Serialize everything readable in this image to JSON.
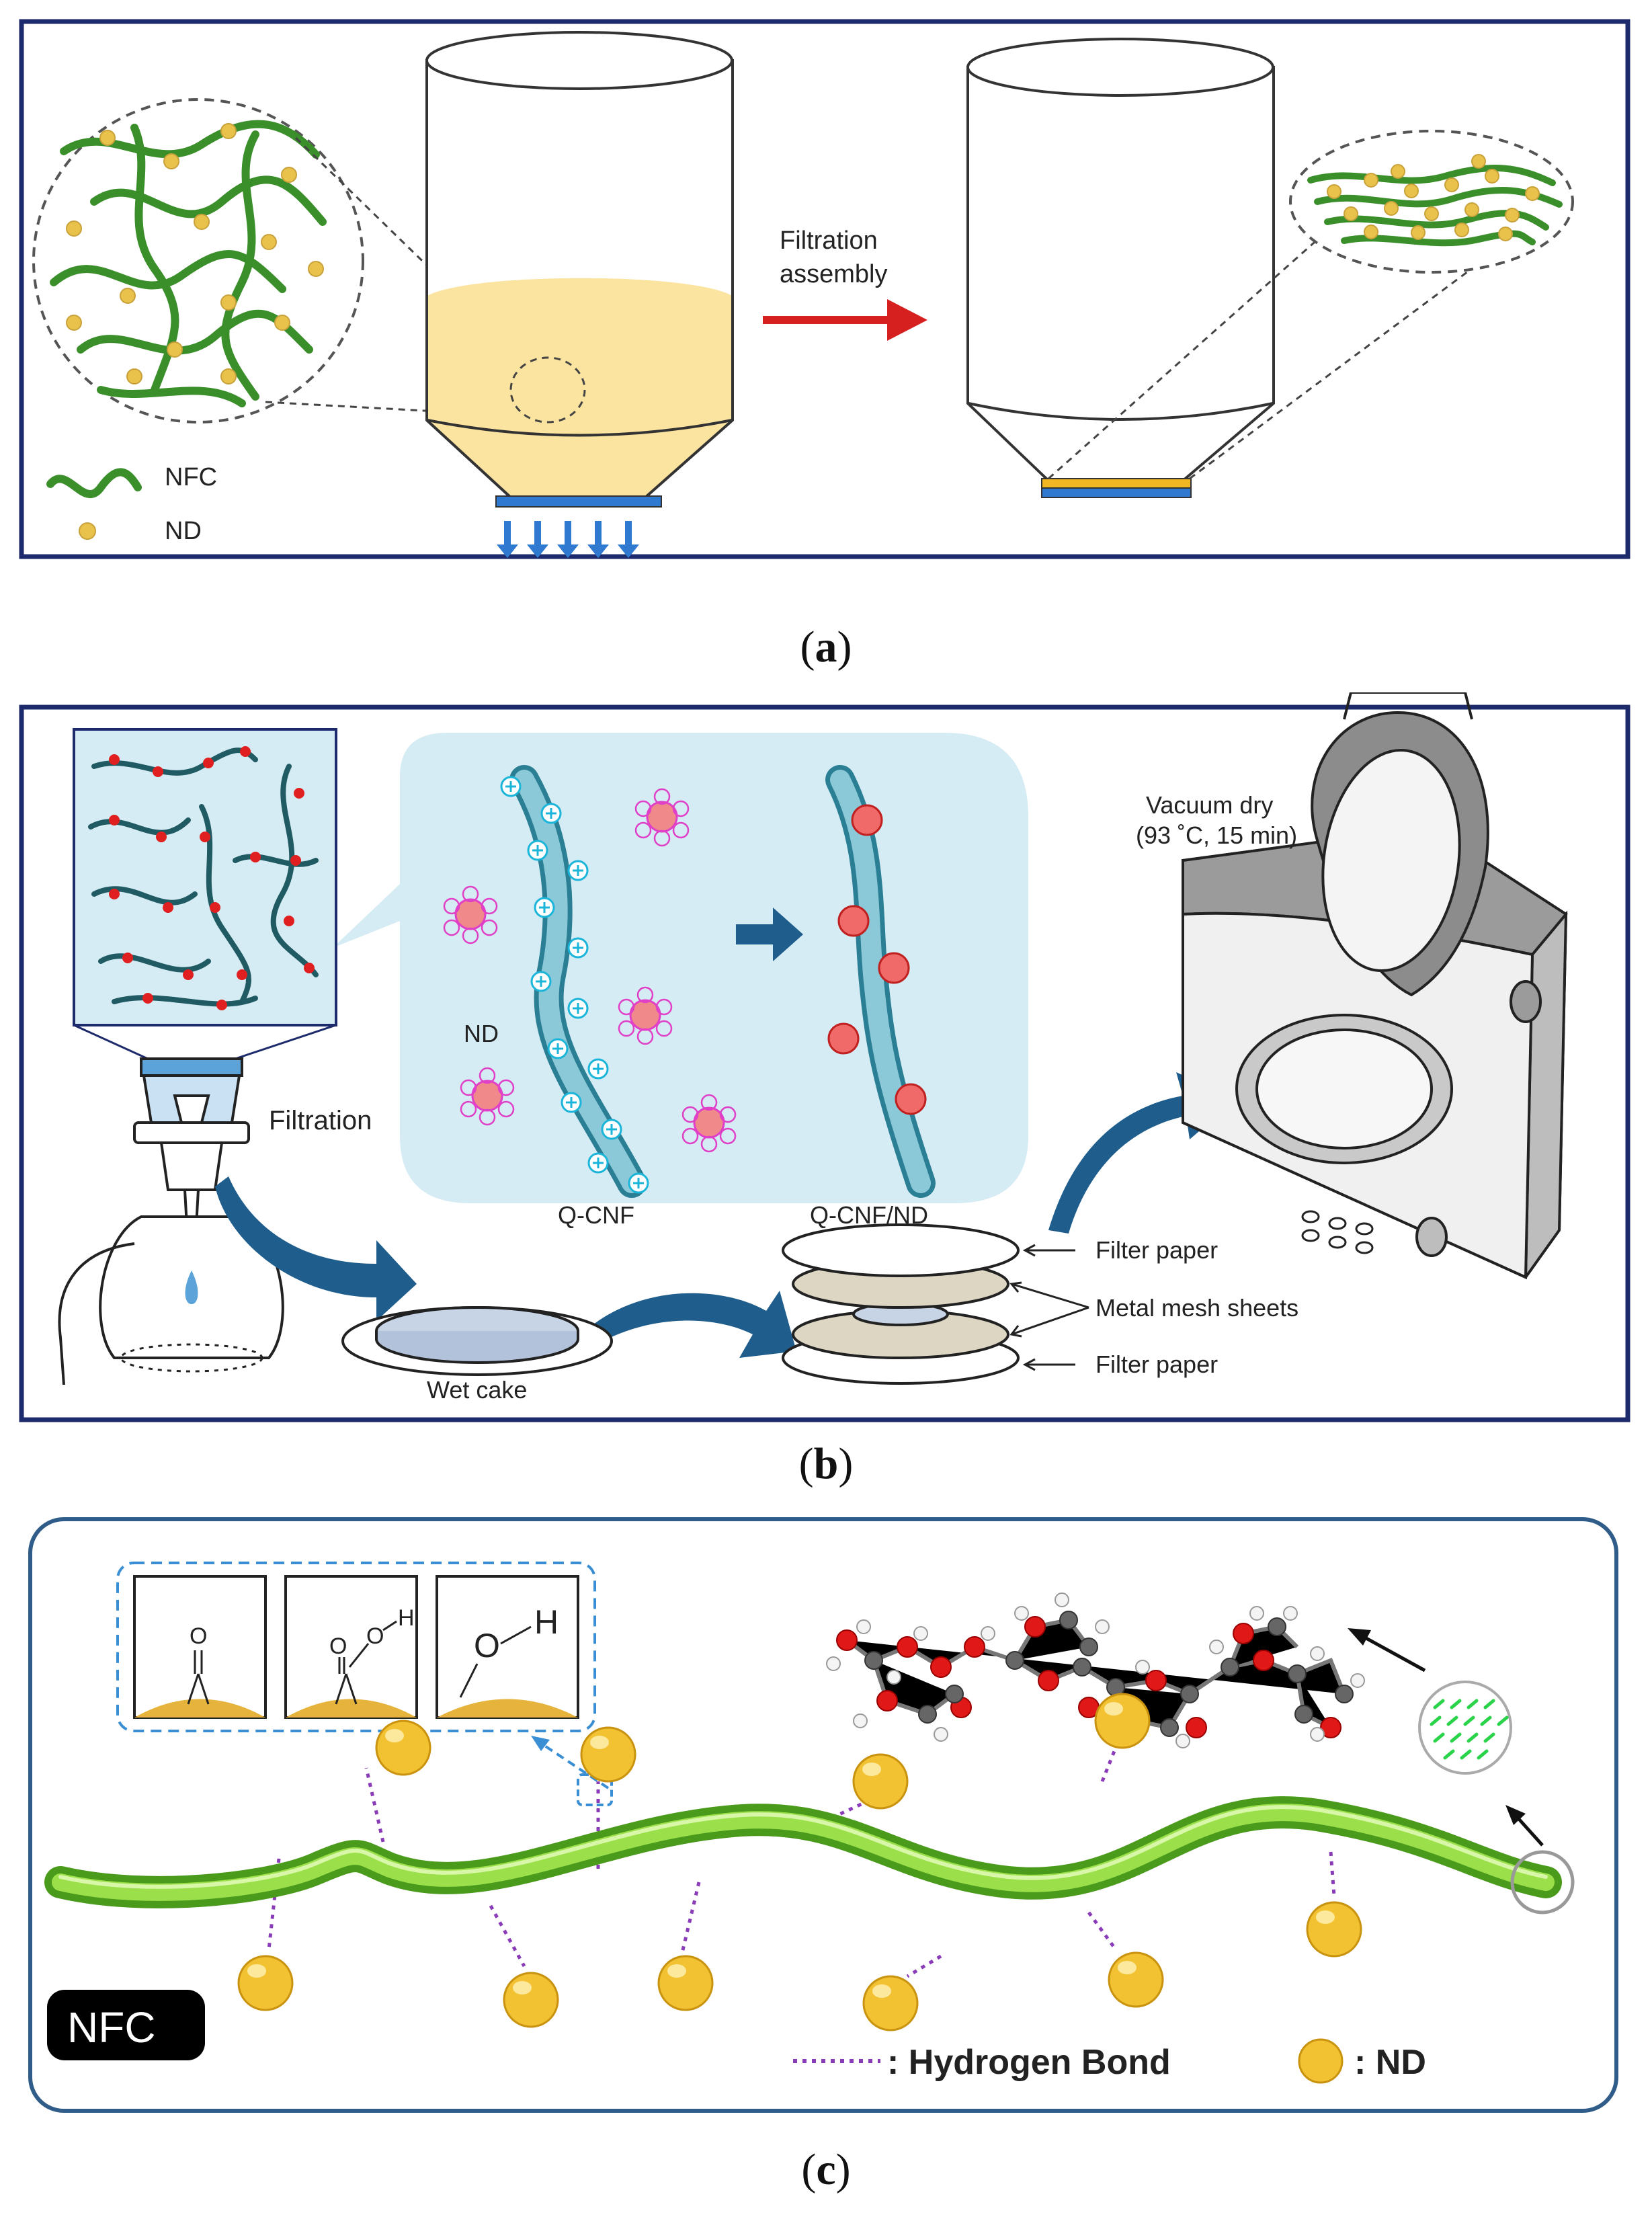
{
  "panel_a": {
    "caption": {
      "open": "(",
      "letter": "a",
      "close": ")"
    },
    "arrow_label_line1": "Filtration",
    "arrow_label_line2": "assembly",
    "legend_nfc": "NFC",
    "legend_nd": "ND",
    "colors": {
      "frame": "#1d2a6b",
      "fiber": "#3a8f2b",
      "particle": "#e8c24a",
      "liquid": "#fbe3a0",
      "filter": "#2f7ad0",
      "arrow": "#d61f1f"
    }
  },
  "panel_b": {
    "caption": {
      "open": "(",
      "letter": "b",
      "close": ")"
    },
    "filtration": "Filtration",
    "nd": "ND",
    "q_cnf": "Q-CNF",
    "q_cnf_nd": "Q-CNF/ND",
    "vacuum_line1": "Vacuum dry",
    "vacuum_line2": "(93 ˚C, 15 min)",
    "wet_cake": "Wet cake",
    "filter_paper_top": "Filter paper",
    "metal_mesh": "Metal mesh sheets",
    "filter_paper_bottom": "Filter paper",
    "colors": {
      "frame": "#1d2a6b",
      "bubble": "#d6ecf4",
      "fiber": "#2a7f95",
      "plus": "#1ab5d8",
      "nd": "#f08a8a",
      "minus": "#e040c8",
      "arrow": "#1e5d8c"
    }
  },
  "panel_c": {
    "caption": {
      "open": "(",
      "letter": "c",
      "close": ")"
    },
    "nfc_tag": "NFC",
    "legend_hbond": ": Hydrogen Bond",
    "legend_nd": ": ND",
    "chem1_o": "O",
    "chem2_o1": "O",
    "chem2_o2": "O",
    "chem2_h": "H",
    "chem3_o": "O",
    "chem3_h": "H",
    "colors": {
      "frame": "#2f5c88",
      "fiber": "#7ccf2e",
      "particle": "#f2c232",
      "hbond": "#8a3bb8",
      "inset": "#3a8fd4"
    }
  }
}
